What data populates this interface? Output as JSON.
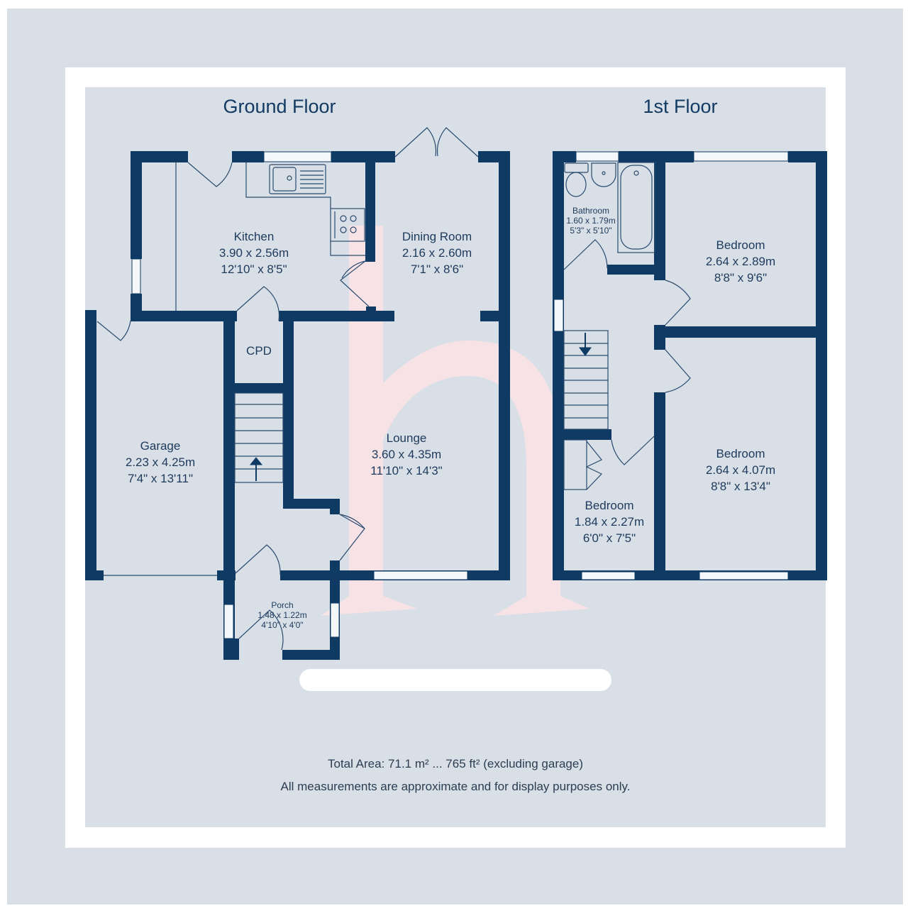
{
  "colors": {
    "wall": "#0f3a63",
    "background": "#d9dfe6",
    "frame": "#ffffff",
    "watermark": "#fbe3e5",
    "text": "#1d3a5c"
  },
  "floors": [
    {
      "title": "Ground Floor",
      "rooms": [
        {
          "name": "Kitchen",
          "metric": "3.90 x 2.56m",
          "imperial": "12'10\" x 8'5\""
        },
        {
          "name": "Dining Room",
          "metric": "2.16 x 2.60m",
          "imperial": "7'1\" x 8'6\""
        },
        {
          "name": "CPD"
        },
        {
          "name": "Garage",
          "metric": "2.23 x 4.25m",
          "imperial": "7'4\" x 13'11\""
        },
        {
          "name": "Lounge",
          "metric": "3.60 x 4.35m",
          "imperial": "11'10\" x 14'3\""
        },
        {
          "name": "Porch",
          "metric": "1.48 x 1.22m",
          "imperial": "4'10\" x 4'0\""
        }
      ]
    },
    {
      "title": "1st Floor",
      "rooms": [
        {
          "name": "Bathroom",
          "metric": "1.60 x 1.79m",
          "imperial": "5'3\" x 5'10\""
        },
        {
          "name": "Bedroom",
          "metric": "2.64 x 2.89m",
          "imperial": "8'8\" x 9'6\""
        },
        {
          "name": "Bedroom",
          "metric": "2.64 x 4.07m",
          "imperial": "8'8\" x 13'4\""
        },
        {
          "name": "Bedroom",
          "metric": "1.84 x 2.27m",
          "imperial": "6'0\" x 7'5\""
        }
      ]
    }
  ],
  "footer": {
    "total_area": "Total Area: 71.1 m² ... 765 ft² (excluding garage)",
    "disclaimer": "All measurements are approximate and for display purposes only."
  },
  "icons": [
    "stairs-up-arrow-icon",
    "stairs-down-arrow-icon",
    "sink-icon",
    "hob-icon",
    "toilet-icon",
    "basin-icon",
    "bath-icon",
    "watermark-logo-h"
  ]
}
